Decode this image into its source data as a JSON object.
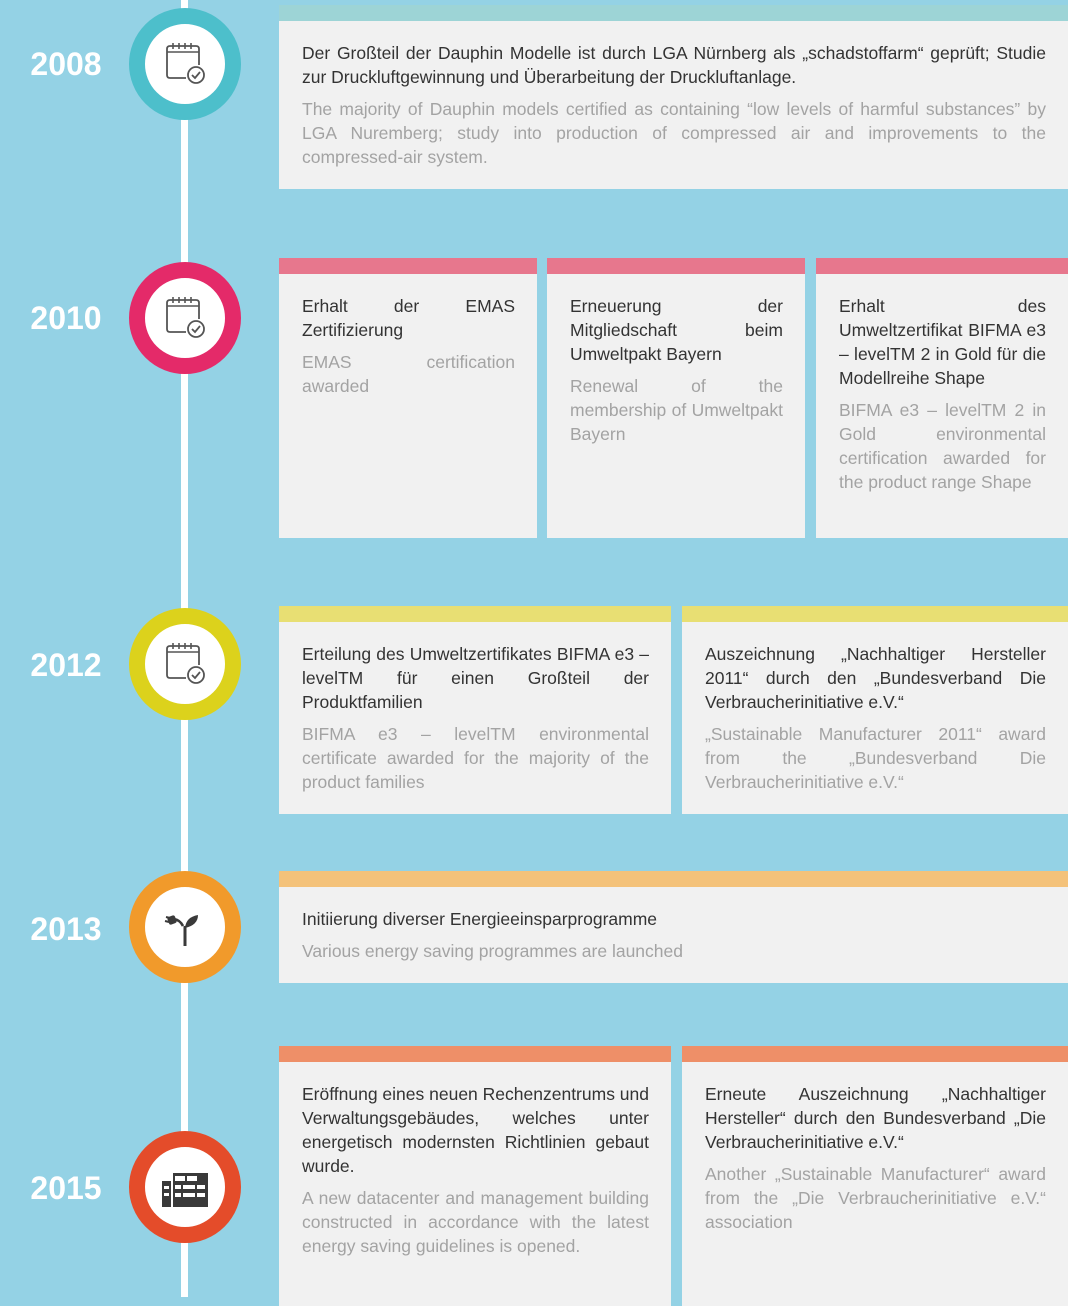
{
  "colors": {
    "background": "#94d2e5",
    "line": "#ffffff",
    "card": "#f1f1f1",
    "y2008": "#4dbfcb",
    "y2010": "#e42a69",
    "y2012": "#dcd21c",
    "y2013": "#f19a2b",
    "y2015": "#e44c2a",
    "bar2008": "#9dd4d6",
    "bar2010": "#e7778d",
    "bar2012": "#e8df73",
    "bar2013": "#f4c27a",
    "bar2015": "#ee8f68"
  },
  "timeline": [
    {
      "year": "2008",
      "icon": "calendar-check-icon",
      "entries": [
        {
          "de": "Der Großteil der Dauphin Modelle ist durch LGA Nürnberg als „schadstoffarm“ geprüft; Studie zur Druckluftgewinnung und Überarbeitung der Druckluftanlage.",
          "en": "The majority of Dauphin models certified as containing “low levels of harmful substances” by LGA Nuremberg; study into production of compressed air and improvements to the compressed-air system."
        }
      ]
    },
    {
      "year": "2010",
      "icon": "calendar-check-icon",
      "entries": [
        {
          "de": "Erhalt der EMAS Zertifizierung",
          "en": "EMAS certification awarded"
        },
        {
          "de": "Erneuerung der Mitgliedschaft beim Umweltpakt Bayern",
          "en": "Renewal of the membership of Umweltpakt Bayern"
        },
        {
          "de": "Erhalt des Umweltzertifikat BIFMA e3 – levelTM 2 in Gold für die Modellreihe Shape",
          "en": "BIFMA e3 – levelTM 2 in Gold environmental certification awarded for the product range Shape"
        }
      ]
    },
    {
      "year": "2012",
      "icon": "calendar-check-icon",
      "entries": [
        {
          "de": "Erteilung des Umweltzertifikates BIFMA e3 – levelTM für einen Großteil der Produktfamilien",
          "en": "BIFMA e3 – levelTM environmental certificate awarded for the majority of the product families"
        },
        {
          "de": "Auszeichnung „Nachhaltiger Hersteller 2011“ durch den „Bundesverband Die Verbraucherinitiative e.V.“",
          "en": "„Sustainable Manufacturer 2011“ award from the „Bundesverband Die Verbraucherinitiative e.V.“"
        }
      ]
    },
    {
      "year": "2013",
      "icon": "plug-sprout-icon",
      "entries": [
        {
          "de": "Initiierung diverser Energieeinsparprogramme",
          "en": "Various energy saving programmes are launched"
        }
      ]
    },
    {
      "year": "2015",
      "icon": "building-icon",
      "entries": [
        {
          "de": "Eröffnung eines neuen Rechenzentrums und Verwaltungsgebäudes, welches unter energetisch modernsten Richtlinien gebaut wurde.",
          "en": "A new datacenter and management building constructed in accordance with the latest energy saving guidelines is opened."
        },
        {
          "de": "Erneute Auszeichnung „Nachhaltiger Hersteller“ durch den Bundesverband „Die Verbraucherinitiative e.V.“",
          "en": "Another „Sustainable Manufacturer“ award from the „Die Verbraucherinitiative e.V.“ association"
        }
      ]
    }
  ]
}
